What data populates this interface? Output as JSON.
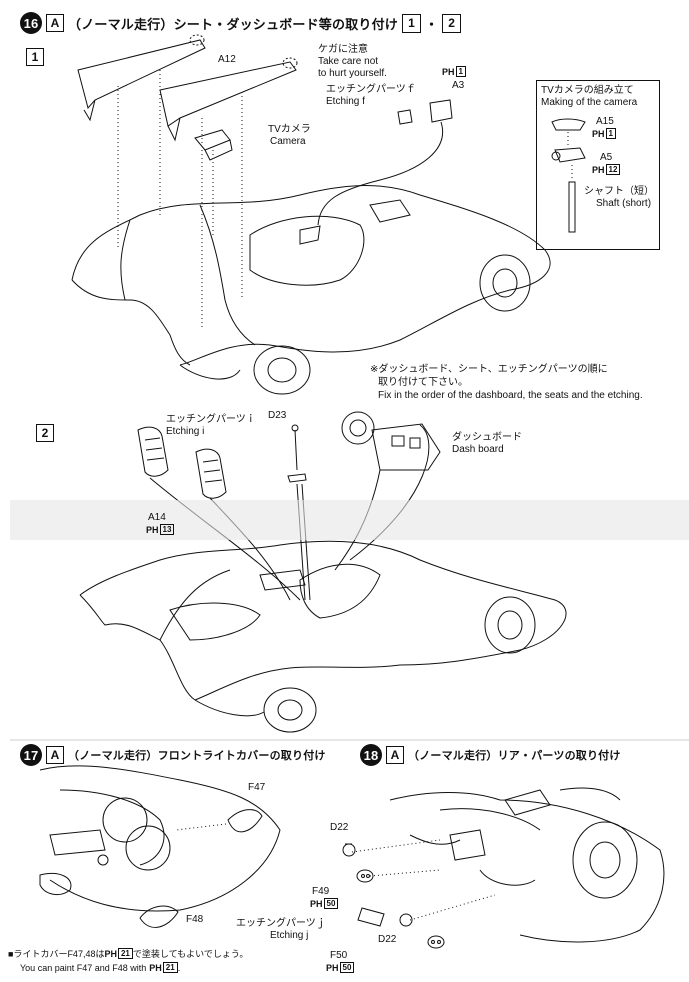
{
  "step16": {
    "number": "16",
    "badge": "A",
    "title": "（ノーマル走行）シート・ダッシュボード等の取り付け",
    "sub1": "1",
    "dot": "・",
    "sub2": "2"
  },
  "panel1": {
    "label": "1",
    "a12": "A12",
    "caution_jp": "ケガに注意",
    "caution_en1": "Take care not",
    "caution_en2": "to hurt yourself.",
    "tv_jp": "TVカメラ",
    "tv_en": "Camera",
    "ph_a3_num": "1",
    "a3": "A3",
    "etch_f_jp": "エッチングパーツｆ",
    "etch_f_en": "Etching f",
    "note_jp1": "※ダッシュボード、シート、エッチングパーツの順に",
    "note_jp2": "取り付けて下さい。",
    "note_en": "Fix in the order of the dashboard, the seats and the etching."
  },
  "camera_box": {
    "title_jp": "TVカメラの組み立て",
    "title_en": "Making of the camera",
    "a15": "A15",
    "a15_ph": "1",
    "a5": "A5",
    "a5_ph": "12",
    "shaft_jp": "シャフト（短）",
    "shaft_en": "Shaft (short)"
  },
  "panel2": {
    "label": "2",
    "etch_i_jp": "エッチングパーツｉ",
    "etch_i_en": "Etching i",
    "d23": "D23",
    "dash_jp": "ダッシュボード",
    "dash_en": "Dash board",
    "a14": "A14",
    "a14_ph": "13"
  },
  "step17": {
    "number": "17",
    "badge": "A",
    "title": "（ノーマル走行）フロントライトカバーの取り付け",
    "f47": "F47",
    "f48": "F48"
  },
  "step18": {
    "number": "18",
    "badge": "A",
    "title": "（ノーマル走行）リア・パーツの取り付け",
    "d22a": "D22",
    "f49": "F49",
    "f49_ph": "50",
    "etch_j_jp": "エッチングパーツｊ",
    "etch_j_en": "Etching j",
    "d22b": "D22",
    "f50": "F50",
    "f50_ph": "50"
  },
  "footer": {
    "bullet": "■",
    "jp_a": "ライトカバーF47,48は",
    "jp_ph": "21",
    "jp_b": "で塗装してもよいでしょう。",
    "en_a": "You can paint F47 and F48 with",
    "en_ph": "21",
    "en_b": "."
  },
  "ph_letters": "PH"
}
